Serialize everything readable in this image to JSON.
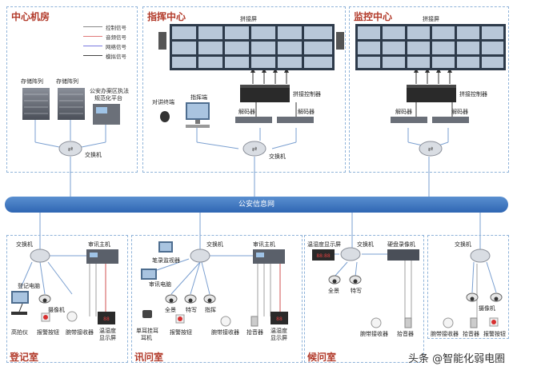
{
  "zones": {
    "center": "中心机房",
    "command": "指挥中心",
    "monitor": "监控中心",
    "register": "登记室",
    "interrogation": "讯问室",
    "waiting": "候问室"
  },
  "legend": [
    {
      "label": "控制信号",
      "color": "#888888"
    },
    {
      "label": "音频信号",
      "color": "#e07a7a"
    },
    {
      "label": "网络信号",
      "color": "#7a7ae0"
    },
    {
      "label": "模拟信号",
      "color": "#444444"
    }
  ],
  "center": {
    "storage1": "存储阵列",
    "storage2": "存储阵列",
    "digitizer_line1": "公安办案区执法",
    "digitizer_line2": "规范化平台",
    "switch": "交换机"
  },
  "command": {
    "wall": "拼接屏",
    "controller": "拼接控制器",
    "decoder1": "解码器",
    "decoder2": "解码器",
    "intercom": "对讲终端",
    "terminal": "指挥端",
    "switch": "交换机"
  },
  "monitor": {
    "wall": "拼接屏",
    "controller": "拼接控制器",
    "decoder1": "解码器",
    "decoder2": "解码器"
  },
  "bus": "公安信息网",
  "register": {
    "switch": "交换机",
    "host": "审讯主机",
    "pc": "登记电脑",
    "camera": "摄像机",
    "scanner": "高拍仪",
    "alarm": "报警按钮",
    "receiver": "腕带接收器",
    "display_line1": "温湿度",
    "display_line2": "显示屏"
  },
  "interrogation": {
    "switch": "交换机",
    "host": "审讯主机",
    "monitor": "笔录监视器",
    "pc": "审讯电脑",
    "cam_pano": "全景",
    "cam_close": "特写",
    "cam_cmd": "指挥",
    "headset_line1": "单耳挂耳",
    "headset_line2": "耳机",
    "alarm": "报警按钮",
    "receiver": "腕带接收器",
    "pickup": "拾音器",
    "display_line1": "温湿度",
    "display_line2": "显示屏"
  },
  "waiting": {
    "display": "温湿度显示屏",
    "switch": "交换机",
    "recorder": "硬盘录像机",
    "cam_pano": "全景",
    "cam_close": "特写",
    "receiver": "腕带接收器",
    "pickup": "拾音器"
  },
  "extra_room": {
    "switch": "交换机",
    "camera": "摄像机",
    "receiver": "腕带接收器",
    "pickup": "拾音器",
    "alarm": "报警按钮"
  },
  "watermark": "头条 @智能化弱电圈"
}
